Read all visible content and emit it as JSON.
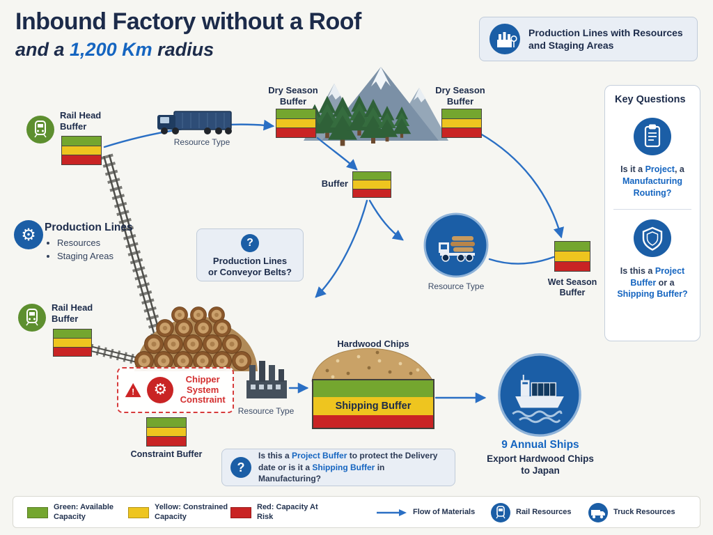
{
  "colors": {
    "navy": "#1c2b4a",
    "accent": "#1565c0",
    "green": "#74a62f",
    "yellow": "#eec51f",
    "red": "#c92424",
    "circle-blue": "#1b5ea6",
    "arrow-blue": "#2a6fc4"
  },
  "icons": {
    "gear": "⚙",
    "question": "?",
    "warning": "!"
  },
  "header": {
    "title": "Inbound Factory without a Roof",
    "subtitle_prefix": "and a ",
    "subtitle_highlight": "1,200 Km",
    "subtitle_suffix": " radius"
  },
  "production_box": {
    "label": "Production Lines with Resources and Staging Areas"
  },
  "key_questions": {
    "title": "Key Questions",
    "q1_pre": "Is it a ",
    "q1_hl1": "Project",
    "q1_mid": ", a ",
    "q1_hl2": "Manufacturing Routing?",
    "q2_pre": "Is this a ",
    "q2_hl1": "Project Buffer",
    "q2_mid": " or a ",
    "q2_hl2": "Shipping Buffer?"
  },
  "nodes": {
    "rail_head_buffer": "Rail Head Buffer",
    "resource_type": "Resource Type",
    "dry_season_buffer": "Dry Season Buffer",
    "buffer": "Buffer",
    "production_lines_title": "Production Lines",
    "production_lines_items": [
      "Resources",
      "Staging Areas"
    ],
    "question1_line1": "Production Lines",
    "question1_line2": "or Conveyor Belts?",
    "wet_season_buffer": "Wet Season Buffer",
    "chipper_constraint": "Chipper System Constraint",
    "constraint_buffer": "Constraint Buffer",
    "hardwood_chips": "Hardwood Chips",
    "shipping_buffer": "Shipping Buffer",
    "ship_line1": "9 Annual Ships",
    "ship_line2": "Export Hardwood Chips",
    "ship_line3": "to Japan",
    "question2_pre": "Is this a ",
    "question2_hl1": "Project Buffer",
    "question2_mid": " to protect the Delivery date or is it a ",
    "question2_hl2": "Shipping Buffer",
    "question2_post": " in Manufacturing?"
  },
  "legend": {
    "green": "Green: Available Capacity",
    "yellow": "Yellow: Constrained Capacity",
    "red": "Red: Capacity At Risk",
    "flow": "Flow of Materials",
    "rail": "Rail Resources",
    "truck": "Truck Resources"
  }
}
